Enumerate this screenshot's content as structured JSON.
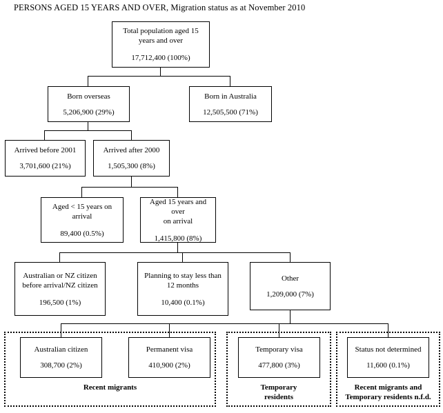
{
  "title": "PERSONS AGED 15 YEARS AND OVER, Migration status as at November 2010",
  "nodes": {
    "total": {
      "label": "Total population aged 15\nyears and over",
      "value": "17,712,400 (100%)"
    },
    "born_overseas": {
      "label": "Born overseas",
      "value": "5,206,900 (29%)"
    },
    "born_australia": {
      "label": "Born in Australia",
      "value": "12,505,500 (71%)"
    },
    "arrived_before_2001": {
      "label": "Arrived before 2001",
      "value": "3,701,600 (21%)"
    },
    "arrived_after_2000": {
      "label": "Arrived after 2000",
      "value": "1,505,300 (8%)"
    },
    "aged_under_15": {
      "label": "Aged < 15 years on\narrival",
      "value": "89,400 (0.5%)"
    },
    "aged_15_over": {
      "label": "Aged 15 years and over\non arrival",
      "value": "1,415,800 (8%)"
    },
    "aus_nz_citizen": {
      "label": "Australian or NZ citizen\nbefore arrival/NZ citizen",
      "value": "196,500 (1%)"
    },
    "planning_less_12": {
      "label": "Planning to stay less than\n12 months",
      "value": "10,400 (0.1%)"
    },
    "other": {
      "label": "Other",
      "value": "1,209,000 (7%)"
    },
    "australian_citizen": {
      "label": "Australian citizen",
      "value": "308,700 (2%)"
    },
    "permanent_visa": {
      "label": "Permanent visa",
      "value": "410,900 (2%)"
    },
    "temporary_visa": {
      "label": "Temporary visa",
      "value": "477,800 (3%)"
    },
    "status_not_determined": {
      "label": "Status not determined",
      "value": "11,600 (0.1%)"
    }
  },
  "groups": {
    "recent_migrants": {
      "label": "Recent migrants"
    },
    "temporary_residents": {
      "label": "Temporary\nresidents"
    },
    "nfd": {
      "label": "Recent migrants and\nTemporary residents n.f.d."
    }
  },
  "chart_data": {
    "type": "diagram",
    "title": "PERSONS AGED 15 YEARS AND OVER, Migration status as at November 2010",
    "unit": "persons",
    "root": "Total population aged 15 years and over",
    "nodes": [
      {
        "id": "total",
        "label": "Total population aged 15 years and over",
        "count": 17712400,
        "percent": 100,
        "level": 0,
        "parent": null
      },
      {
        "id": "born_overseas",
        "label": "Born overseas",
        "count": 5206900,
        "percent": 29,
        "level": 1,
        "parent": "total"
      },
      {
        "id": "born_australia",
        "label": "Born in Australia",
        "count": 12505500,
        "percent": 71,
        "level": 1,
        "parent": "total"
      },
      {
        "id": "arrived_before_2001",
        "label": "Arrived before 2001",
        "count": 3701600,
        "percent": 21,
        "level": 2,
        "parent": "born_overseas"
      },
      {
        "id": "arrived_after_2000",
        "label": "Arrived after 2000",
        "count": 1505300,
        "percent": 8,
        "level": 2,
        "parent": "born_overseas"
      },
      {
        "id": "aged_under_15",
        "label": "Aged < 15 years on arrival",
        "count": 89400,
        "percent": 0.5,
        "level": 3,
        "parent": "arrived_after_2000"
      },
      {
        "id": "aged_15_over",
        "label": "Aged 15 years and over on arrival",
        "count": 1415800,
        "percent": 8,
        "level": 3,
        "parent": "arrived_after_2000"
      },
      {
        "id": "aus_nz_citizen",
        "label": "Australian or NZ citizen before arrival/NZ citizen",
        "count": 196500,
        "percent": 1,
        "level": 4,
        "parent": "aged_15_over"
      },
      {
        "id": "planning_less_12",
        "label": "Planning to stay less than 12 months",
        "count": 10400,
        "percent": 0.1,
        "level": 4,
        "parent": "aged_15_over"
      },
      {
        "id": "other",
        "label": "Other",
        "count": 1209000,
        "percent": 7,
        "level": 4,
        "parent": "aged_15_over"
      },
      {
        "id": "australian_citizen",
        "label": "Australian citizen",
        "count": 308700,
        "percent": 2,
        "level": 5,
        "parent": "other",
        "group": "Recent migrants"
      },
      {
        "id": "permanent_visa",
        "label": "Permanent visa",
        "count": 410900,
        "percent": 2,
        "level": 5,
        "parent": "other",
        "group": "Recent migrants"
      },
      {
        "id": "temporary_visa",
        "label": "Temporary visa",
        "count": 477800,
        "percent": 3,
        "level": 5,
        "parent": "other",
        "group": "Temporary residents"
      },
      {
        "id": "status_not_determined",
        "label": "Status not determined",
        "count": 11600,
        "percent": 0.1,
        "level": 5,
        "parent": "other",
        "group": "Recent migrants and Temporary residents n.f.d."
      }
    ],
    "groups": [
      {
        "label": "Recent migrants",
        "members": [
          "australian_citizen",
          "permanent_visa"
        ]
      },
      {
        "label": "Temporary residents",
        "members": [
          "temporary_visa"
        ]
      },
      {
        "label": "Recent migrants and Temporary residents n.f.d.",
        "members": [
          "status_not_determined"
        ]
      }
    ]
  }
}
